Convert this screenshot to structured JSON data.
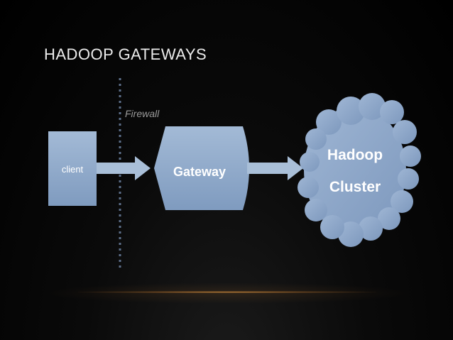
{
  "slide": {
    "title": "HADOOP GATEWAYS"
  },
  "diagram": {
    "firewall_label": "Firewall",
    "client_label": "client",
    "gateway_label": "Gateway",
    "cluster_label_line1": "Hadoop",
    "cluster_label_line2": "Cluster"
  },
  "colors": {
    "background": "#000000",
    "shape_fill": "#8fa9c9",
    "arrow_fill": "#a9bfd8",
    "label_text": "#ffffff",
    "firewall_dots": "#5d6f8a",
    "accent_glow": "#c88a3e"
  }
}
